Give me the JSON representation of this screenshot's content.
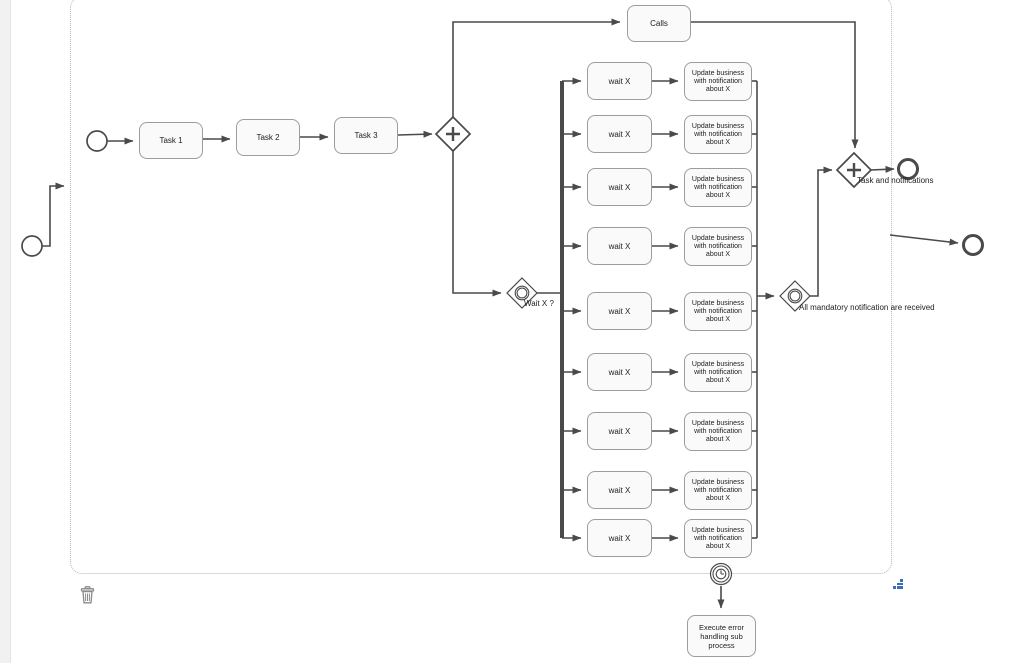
{
  "colors": {
    "flow": "#4a4a4a",
    "task_border": "#9c9c9c",
    "task_fill": "#fafafa",
    "gear": "#4a7ebd",
    "message": "#38a038",
    "boundary": "#b3b3b3",
    "trash": "#8a8a8a",
    "resize": "#3a6fb5",
    "label": "#222222"
  },
  "process": {
    "tasks": {
      "task1": "Task 1",
      "task2": "Task 2",
      "task3": "Task 3",
      "calls": "Calls",
      "error_handler": "Execute error handling sub process"
    },
    "labels": {
      "wait_gateway": "Wait X ?",
      "all_received": "All mandatory notification are received",
      "task_and_notifications": "Task and notifications"
    },
    "rows": [
      {
        "wait_label": "wait X",
        "update_label": "Update business with notification about X"
      },
      {
        "wait_label": "wait X",
        "update_label": "Update business with notification about X"
      },
      {
        "wait_label": "wait X",
        "update_label": "Update business with notification about X"
      },
      {
        "wait_label": "wait X",
        "update_label": "Update business with notification about X"
      },
      {
        "wait_label": "wait X",
        "update_label": "Update business with notification about X"
      },
      {
        "wait_label": "wait X",
        "update_label": "Update business with notification about X"
      },
      {
        "wait_label": "wait X",
        "update_label": "Update business with notification about X"
      },
      {
        "wait_label": "wait X",
        "update_label": "Update business with notification about X"
      },
      {
        "wait_label": "wait X",
        "update_label": "Update business with notification about X"
      }
    ]
  },
  "icons": {
    "gear": "service-gear-icon",
    "message": "message-envelope-icon",
    "timer": "timer-clock-icon",
    "trash": "trash-icon",
    "resize": "resize-grip-icon"
  }
}
